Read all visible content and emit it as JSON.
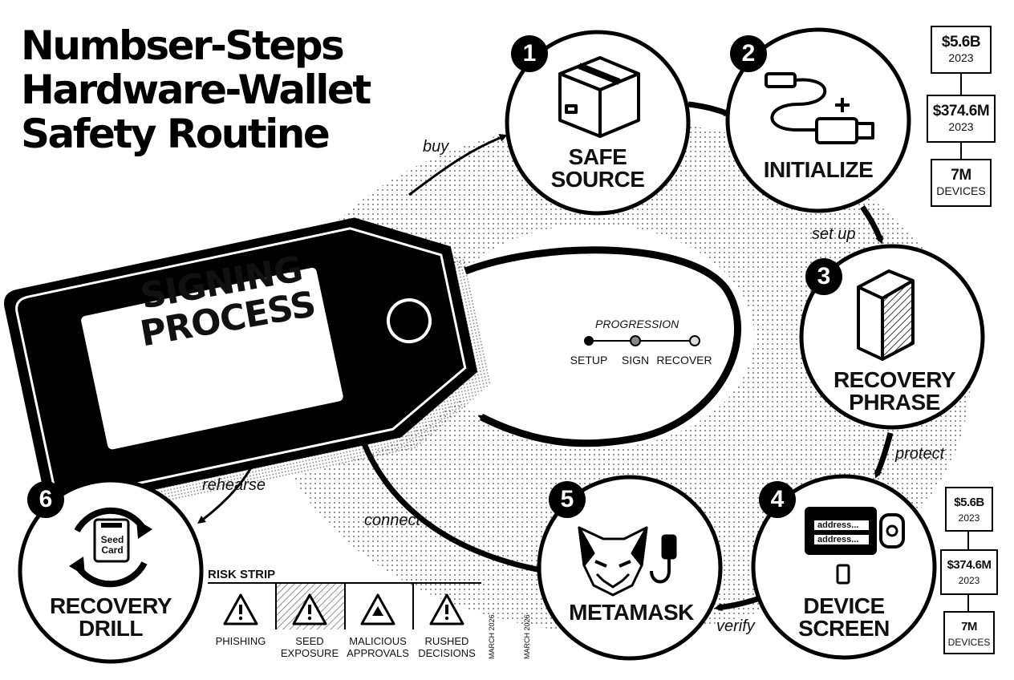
{
  "title": {
    "line1": "Numbser-Steps",
    "line2": "Hardware-Wallet",
    "line3": "Safety Routine"
  },
  "center_tag": {
    "line1": "SIGNING",
    "line2": "PROCESS"
  },
  "steps": [
    {
      "number": "1",
      "line1": "SAFE",
      "line2": "SOURCE",
      "icon": "box-icon"
    },
    {
      "number": "2",
      "line1": "INITIALIZE",
      "line2": "",
      "icon": "usb-cable-icon"
    },
    {
      "number": "3",
      "line1": "RECOVERY",
      "line2": "PHRASE",
      "icon": "folded-paper-icon"
    },
    {
      "number": "4",
      "line1": "DEVICE",
      "line2": "SCREEN",
      "icon": "device-screen-icon"
    },
    {
      "number": "5",
      "line1": "METAMASK",
      "line2": "",
      "icon": "fox-icon"
    },
    {
      "number": "6",
      "line1": "RECOVERY",
      "line2": "DRILL",
      "icon": "seed-card-cycle-icon"
    }
  ],
  "edges": {
    "buy": "buy",
    "setup": "set up",
    "protect": "protect",
    "verify": "verify",
    "connect": "connect",
    "rehearse": "rehearse"
  },
  "progression": {
    "title": "PROGRESSION",
    "steps": [
      "SETUP",
      "SIGN",
      "RECOVER"
    ]
  },
  "stats_top": [
    {
      "value": "$5.6B",
      "label": "2023"
    },
    {
      "value": "$374.6M",
      "label": "2023"
    },
    {
      "value": "7M",
      "label": "DEVICES"
    }
  ],
  "stats_bottom": [
    {
      "value": "$5.6B",
      "label": "2023"
    },
    {
      "value": "$374.6M",
      "label": "2023"
    },
    {
      "value": "7M",
      "label": "DEVICES"
    }
  ],
  "risk_strip": {
    "title": "RISK STRIP",
    "items": [
      {
        "line1": "PHISHING",
        "line2": "",
        "icon": "warning-icon"
      },
      {
        "line1": "SEED",
        "line2": "EXPOSURE",
        "icon": "warning-icon"
      },
      {
        "line1": "MALICIOUS",
        "line2": "APPROVALS",
        "icon": "warning-icon"
      },
      {
        "line1": "RUSHED",
        "line2": "DECISIONS",
        "icon": "warning-icon"
      }
    ]
  },
  "seed_card": {
    "line1": "Seed",
    "line2": "Card"
  },
  "device_screen": {
    "row1": "address...",
    "row2": "address..."
  },
  "dates": [
    "MARCH 2026",
    "MARCH 2026"
  ],
  "colors": {
    "ink": "#000000",
    "paper": "#ffffff",
    "dot": "#000000"
  }
}
